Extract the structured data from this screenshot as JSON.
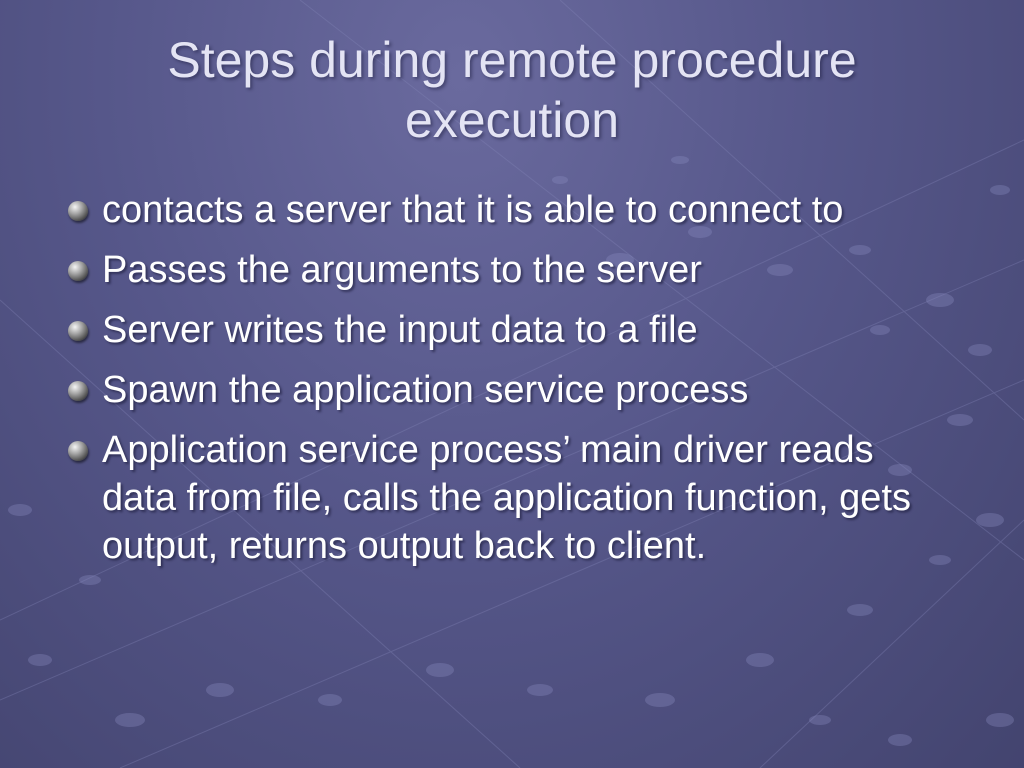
{
  "slide": {
    "title": "Steps during remote procedure execution",
    "bullets": [
      "contacts a server that it is able to connect to",
      "Passes the arguments to the server",
      "Server writes the input data to a file",
      "Spawn the application service process",
      "Application service process’ main driver reads data from file, calls the application function, gets output, returns output back to client."
    ]
  },
  "colors": {
    "background": "#56578a",
    "title_text": "#e4e4f4",
    "body_text": "#ffffff"
  },
  "icons": {
    "bullet": "sphere-bullet-icon"
  }
}
